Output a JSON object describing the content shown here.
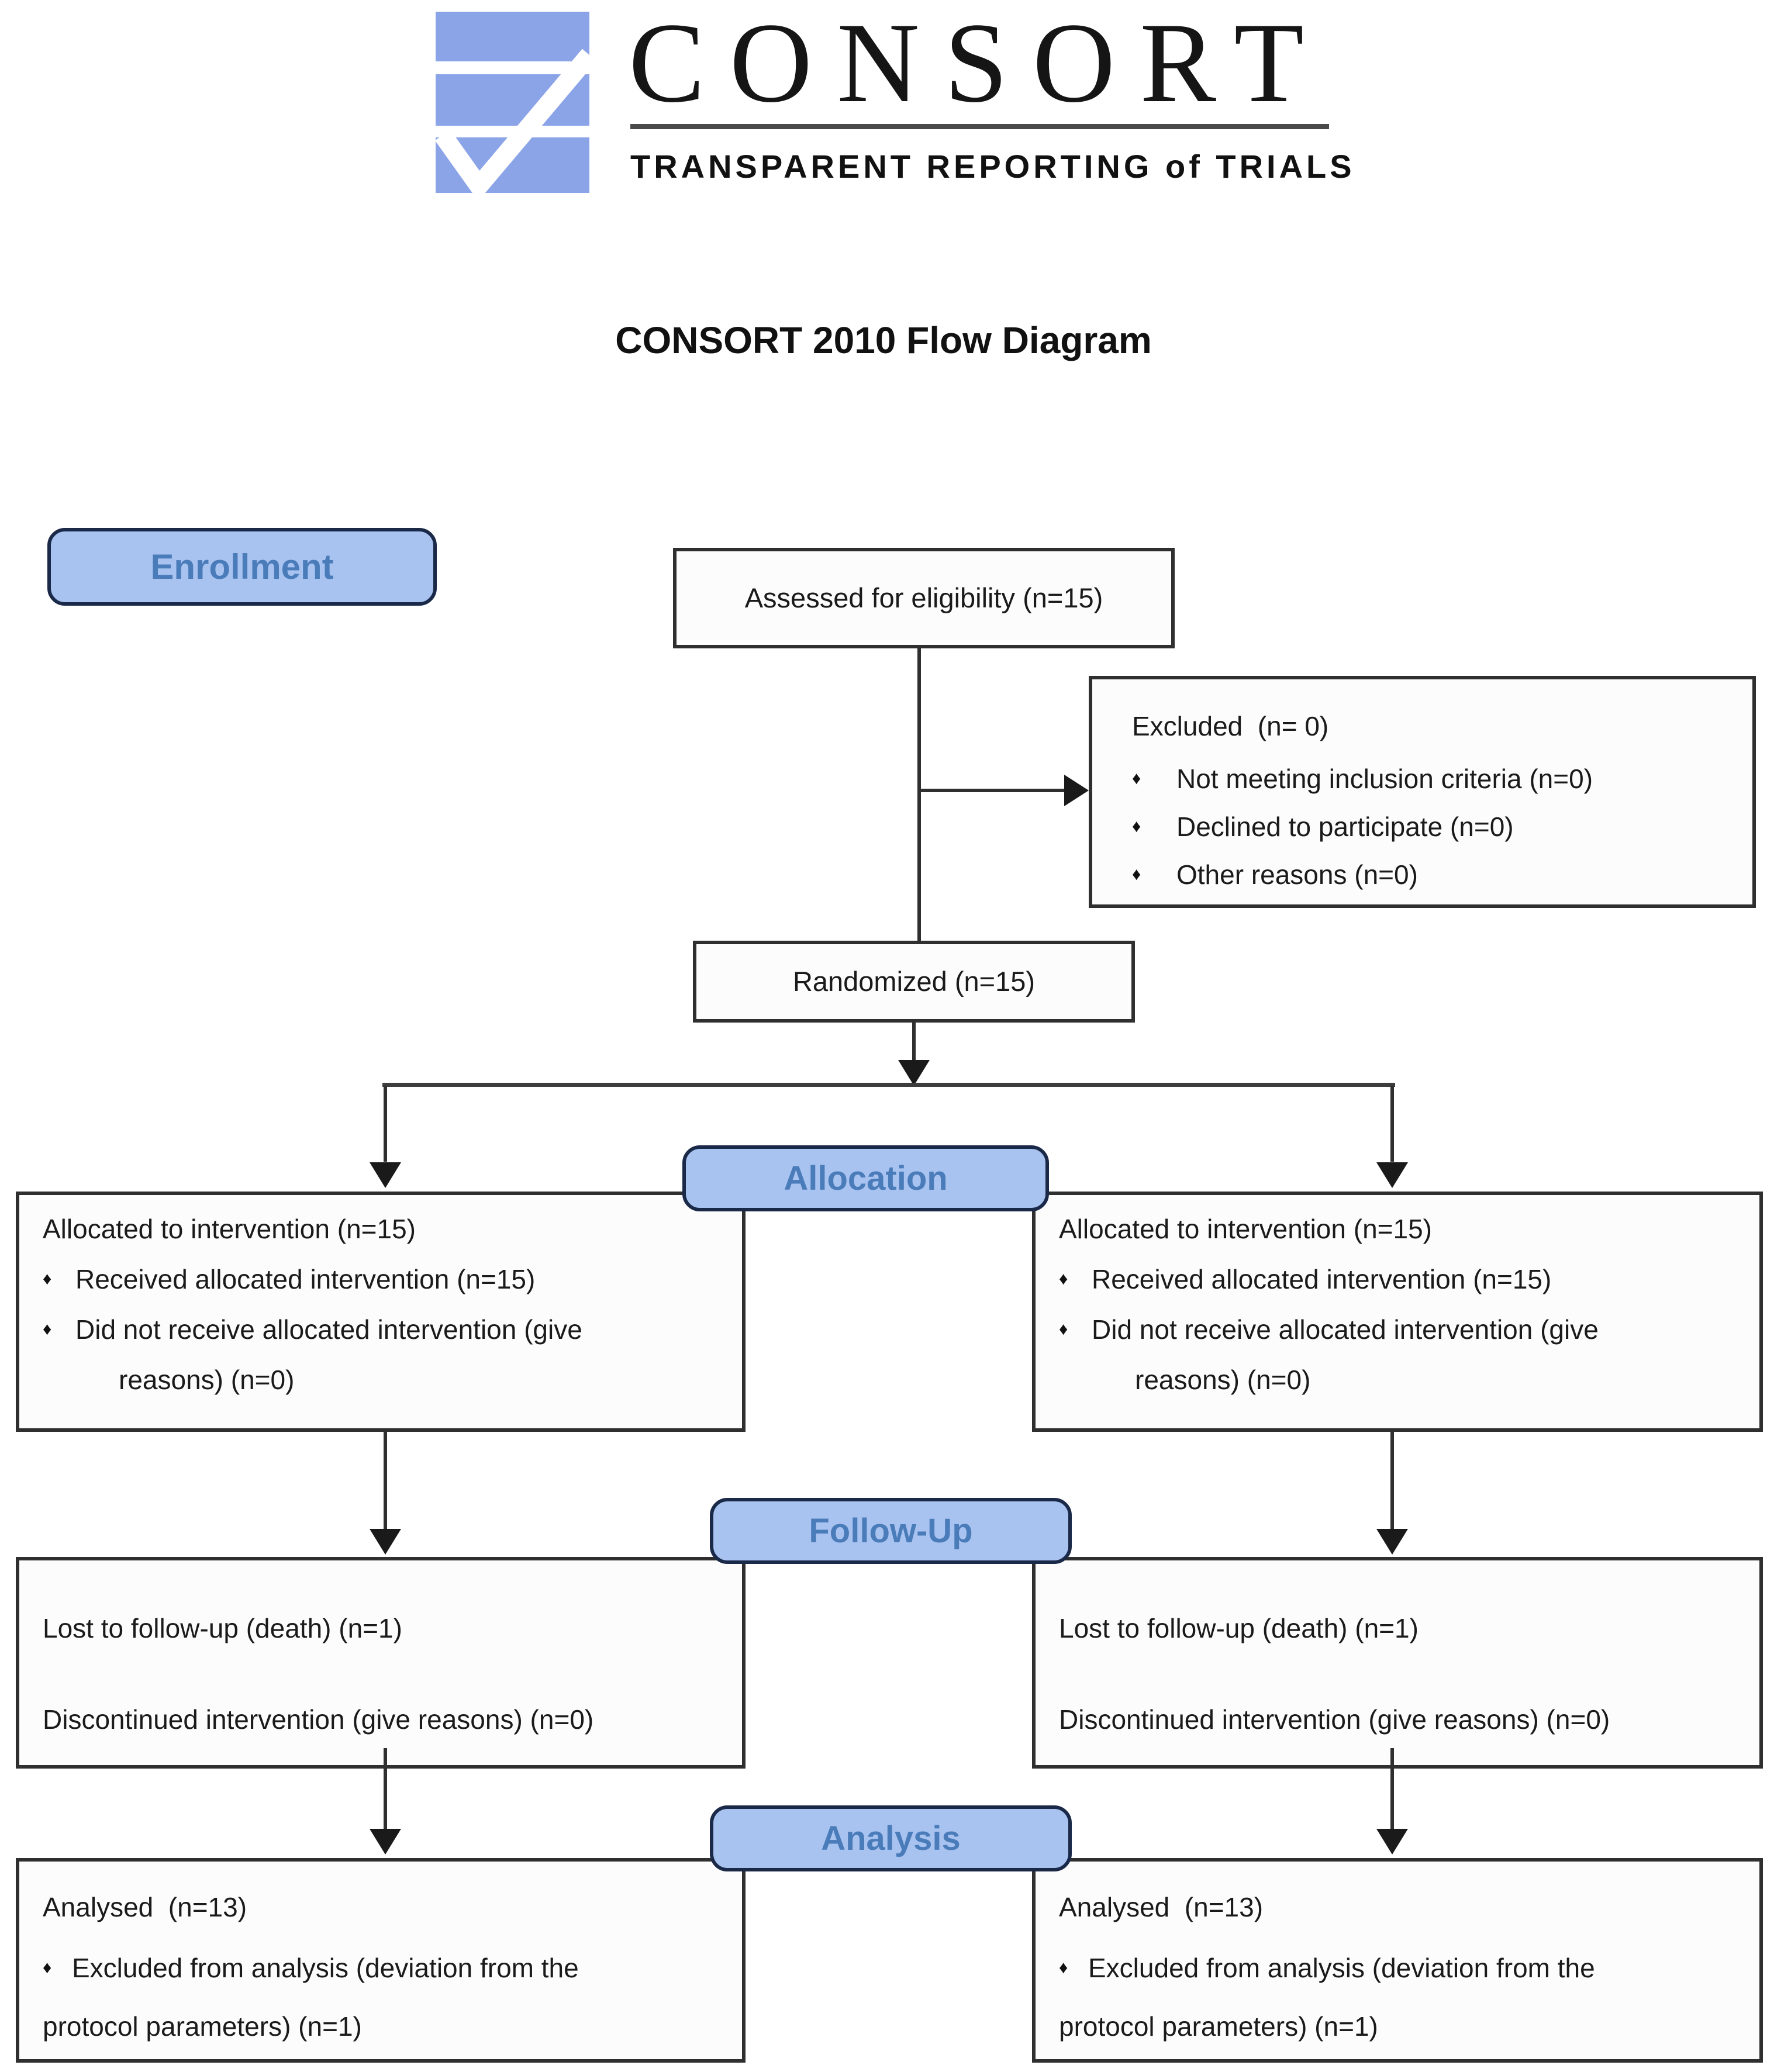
{
  "logo": {
    "wordmark": "CONSORT",
    "tagline": "TRANSPARENT REPORTING of TRIALS"
  },
  "title": "CONSORT 2010 Flow Diagram",
  "glyphs": {
    "bullet": "♦"
  },
  "colors": {
    "pill_fill": "#a9c3f1",
    "pill_border": "#1b2949",
    "pill_text": "#4b7cba",
    "logo_blue": "#8ba4e8",
    "box_border": "#2f2f2f",
    "line": "#2f2f2f",
    "text": "#1a1a1a"
  },
  "stages": {
    "enrollment": "Enrollment",
    "allocation": "Allocation",
    "followup": "Follow-Up",
    "analysis": "Analysis"
  },
  "boxes": {
    "assessed": "Assessed for eligibility (n=15)",
    "excluded": {
      "title": "Excluded  (n= 0)",
      "bullet1": "Not meeting inclusion criteria (n=0)",
      "bullet2": "Declined to participate (n=0)",
      "bullet3": "Other reasons (n=0)"
    },
    "randomized": "Randomized (n=15)",
    "allocation_left": {
      "title": "Allocated to intervention (n=15)",
      "bullet1": "Received allocated intervention (n=15)",
      "bullet2_line1": "Did not receive allocated intervention (give",
      "bullet2_line2": "reasons) (n=0)"
    },
    "allocation_right": {
      "title": "Allocated to intervention (n=15)",
      "bullet1": "Received allocated intervention (n=15)",
      "bullet2_line1": "Did not receive allocated intervention (give",
      "bullet2_line2": "reasons) (n=0)"
    },
    "followup_left": {
      "line1": "Lost to follow-up (death) (n=1)",
      "line2": "Discontinued intervention (give reasons) (n=0)"
    },
    "followup_right": {
      "line1": "Lost to follow-up (death) (n=1)",
      "line2": "Discontinued intervention (give reasons) (n=0)"
    },
    "analysis_left": {
      "title": "Analysed  (n=13)",
      "bullet1_line1": "Excluded from analysis (deviation from the",
      "bullet1_line2": "protocol parameters) (n=1)"
    },
    "analysis_right": {
      "title": "Analysed  (n=13)",
      "bullet1_line1": "Excluded from analysis (deviation from the",
      "bullet1_line2": "protocol parameters) (n=1)"
    }
  }
}
